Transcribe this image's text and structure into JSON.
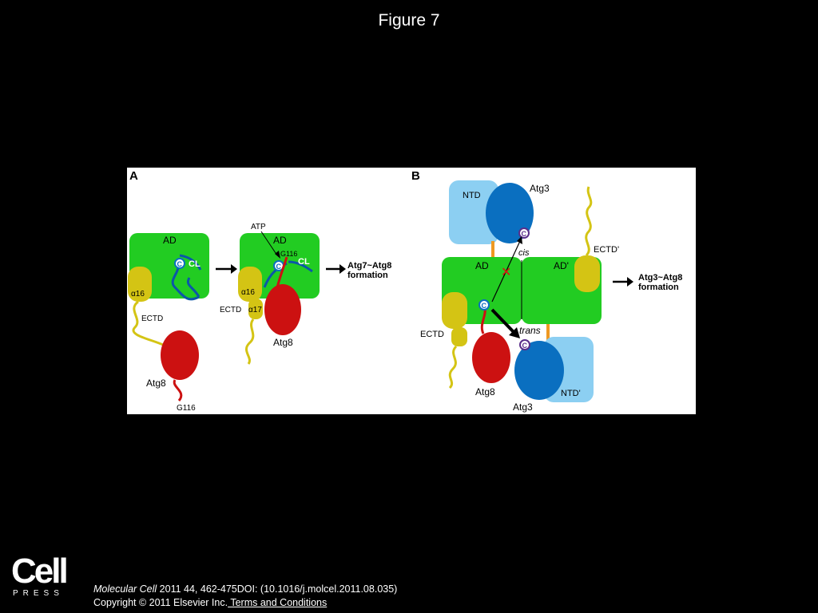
{
  "title": "Figure 7",
  "figure": {
    "panelA": {
      "label": "A",
      "ad": "AD",
      "cl": "CL",
      "c": "C",
      "alpha16": "α16",
      "alpha17": "α17",
      "ectd": "ECTD",
      "atg8": "Atg8",
      "g116": "G116",
      "atp": "ATP",
      "result_line1": "Atg7~Atg8",
      "result_line2": "formation"
    },
    "panelB": {
      "label": "B",
      "ntd": "NTD",
      "ntd_prime": "NTD'",
      "atg3": "Atg3",
      "ad": "AD",
      "ad_prime": "AD'",
      "ectd": "ECTD",
      "ectd_prime": "ECTD'",
      "cis": "cis",
      "trans": "trans",
      "atg8": "Atg8",
      "c": "C",
      "result_line1": "Atg3~Atg8",
      "result_line2": "formation"
    }
  },
  "footer": {
    "journal": "Molecular Cell",
    "citation_rest": " 2011 44, 462-475DOI: (10.1016/j.molcel.2011.08.035)",
    "copyright": "Copyright © 2011 Elsevier Inc.",
    "terms": " Terms and Conditions"
  },
  "logo": {
    "word": "Cell",
    "press": "PRESS"
  },
  "colors": {
    "green": "#22cc22",
    "yellow": "#d4c414",
    "red": "#cc1111",
    "blue": "#0a6fc0",
    "lightblue": "#8ccff2"
  }
}
